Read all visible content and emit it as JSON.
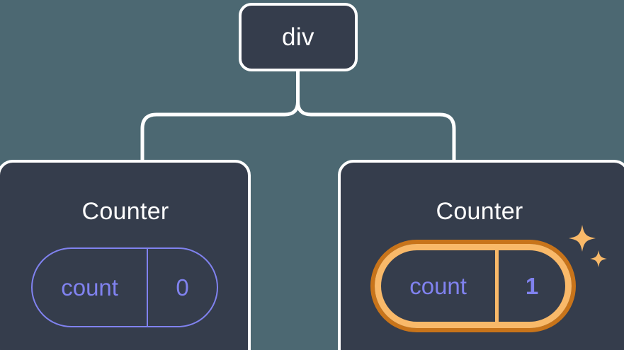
{
  "theme": {
    "background": "#4c6872",
    "node_fill": "#353d4c",
    "node_border": "#ffffff",
    "connector": "#ffffff",
    "accent_purple": "#8082ef",
    "highlight_outer_orange": "#c8741a",
    "highlight_inner_orange": "#f9b969"
  },
  "diagram": {
    "type": "component-tree",
    "root": {
      "label": "div"
    },
    "children": [
      {
        "title": "Counter",
        "state": {
          "key": "count",
          "value": "0"
        },
        "highlighted": false
      },
      {
        "title": "Counter",
        "state": {
          "key": "count",
          "value": "1"
        },
        "highlighted": true,
        "sparkle_icons": [
          "sparkle-large",
          "sparkle-small"
        ]
      }
    ]
  }
}
